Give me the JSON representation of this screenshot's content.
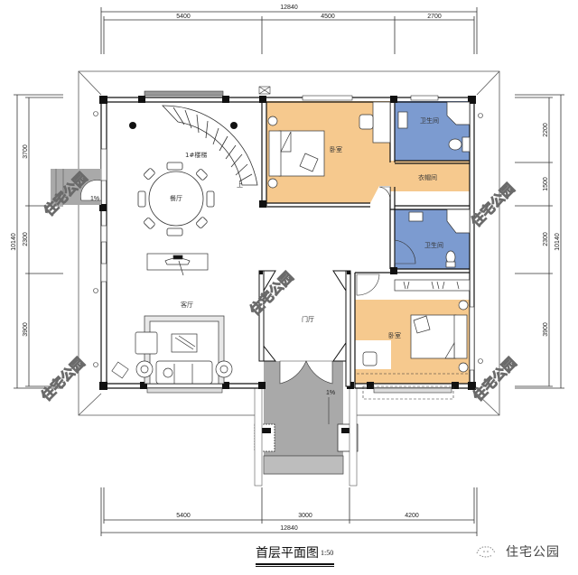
{
  "drawing": {
    "title": "首层平面图",
    "scale": "1:50",
    "brand": "住宅公园",
    "watermark": "住宅公园",
    "colors": {
      "bedroom": "#F6C98E",
      "bathroom": "#7C9BD0",
      "porch": "#A9A9A9",
      "wall": "#111111",
      "line": "#333333"
    }
  },
  "dimensions": {
    "top": {
      "total": "12840",
      "segments": [
        "5400",
        "4500",
        "2700"
      ]
    },
    "bottom": {
      "total": "12840",
      "segments": [
        "5400",
        "3000",
        "4200"
      ]
    },
    "left": {
      "total": "10140",
      "segments": [
        "3700",
        "2300",
        "3900"
      ]
    },
    "right": {
      "total": "10140",
      "segments": [
        "2200",
        "1500",
        "2300",
        "3900"
      ]
    }
  },
  "rooms": {
    "stair": "1#楼梯",
    "dining": "餐厅",
    "living": "客厅",
    "foyer": "门厅",
    "bedroom_1": "卧室",
    "bathroom_1": "卫生间",
    "closet": "衣帽间",
    "bathroom_2": "卫生间",
    "bedroom_2": "卧室"
  },
  "annotations": {
    "stair_up": "上",
    "slope_left": "1%",
    "slope_porch": "1%"
  }
}
